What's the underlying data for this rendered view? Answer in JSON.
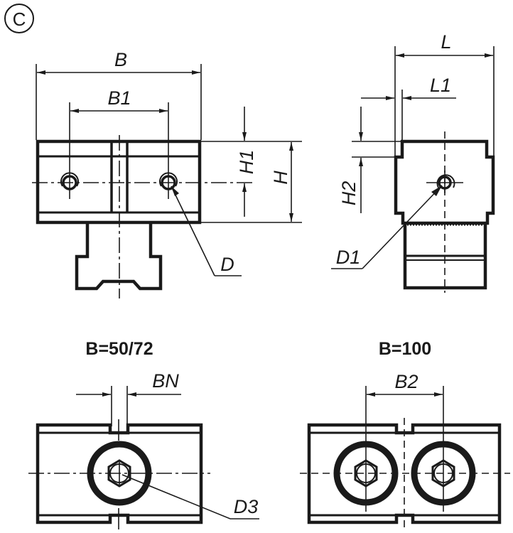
{
  "figure": {
    "variant_badge": "C",
    "views": {
      "front": {
        "dimensions": {
          "width": "B",
          "hole_spacing": "B1",
          "height": "H",
          "hole_height": "H1",
          "hole_diameter": "D"
        }
      },
      "side": {
        "dimensions": {
          "length": "L",
          "step_length": "L1",
          "step_height": "H2",
          "hole_diameter": "D1"
        }
      },
      "top_single": {
        "header": "B=50/72",
        "dimensions": {
          "slot_width": "BN",
          "screw_diameter": "D3"
        }
      },
      "top_double": {
        "header": "B=100",
        "dimensions": {
          "screw_spacing": "B2"
        }
      }
    }
  }
}
